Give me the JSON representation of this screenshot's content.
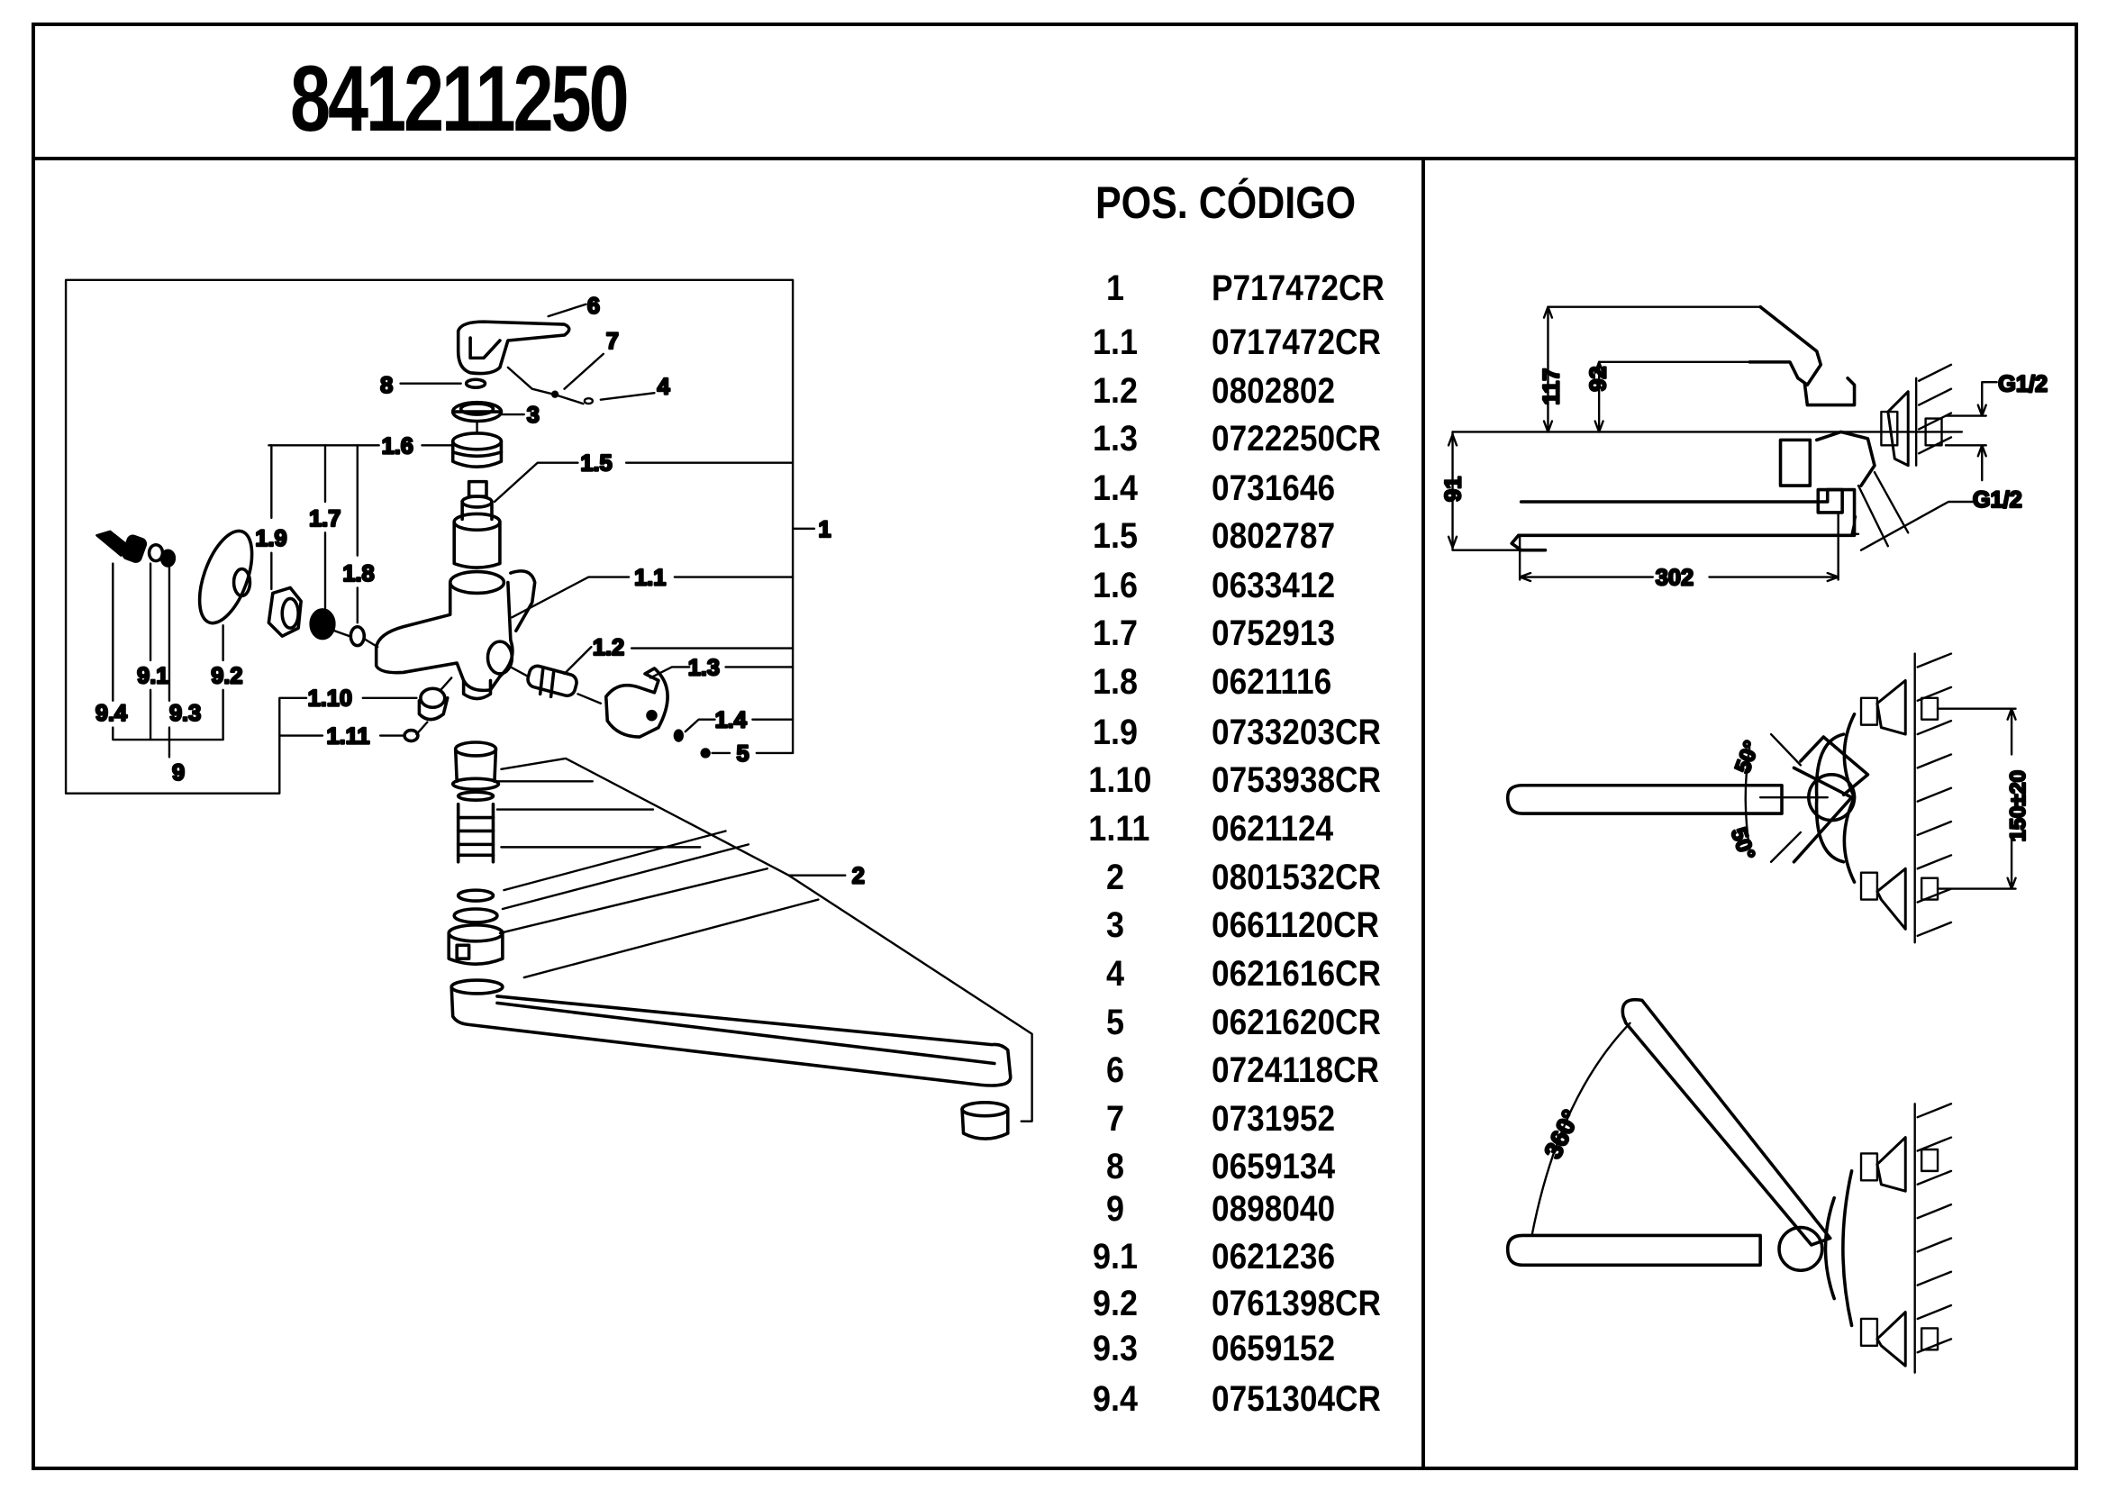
{
  "document": {
    "title": "841211250"
  },
  "parts_list": {
    "header": "POS. CÓDIGO",
    "rows": [
      {
        "pos": "1",
        "code": "P717472CR"
      },
      {
        "pos": "1.1",
        "code": "0717472CR"
      },
      {
        "pos": "1.2",
        "code": "0802802"
      },
      {
        "pos": "1.3",
        "code": "0722250CR"
      },
      {
        "pos": "1.4",
        "code": "0731646"
      },
      {
        "pos": "1.5",
        "code": "0802787"
      },
      {
        "pos": "1.6",
        "code": "0633412"
      },
      {
        "pos": "1.7",
        "code": "0752913"
      },
      {
        "pos": "1.8",
        "code": "0621116"
      },
      {
        "pos": "1.9",
        "code": "0733203CR"
      },
      {
        "pos": "1.10",
        "code": "0753938CR"
      },
      {
        "pos": "1.11",
        "code": "0621124"
      },
      {
        "pos": "2",
        "code": "0801532CR"
      },
      {
        "pos": "3",
        "code": "0661120CR"
      },
      {
        "pos": "4",
        "code": "0621616CR"
      },
      {
        "pos": "5",
        "code": "0621620CR"
      },
      {
        "pos": "6",
        "code": "0724118CR"
      },
      {
        "pos": "7",
        "code": "0731952"
      },
      {
        "pos": "8",
        "code": "0659134"
      },
      {
        "pos": "9",
        "code": "0898040"
      },
      {
        "pos": "9.1",
        "code": "0621236"
      },
      {
        "pos": "9.2",
        "code": "0761398CR"
      },
      {
        "pos": "9.3",
        "code": "0659152"
      },
      {
        "pos": "9.4",
        "code": "0751304CR"
      }
    ]
  },
  "exploded_view": {
    "callouts": {
      "c6": "6",
      "c7": "7",
      "c8": "8",
      "c4": "4",
      "c3": "3",
      "c1_6": "1.6",
      "c1_5": "1.5",
      "c1": "1",
      "c1_9": "1.9",
      "c1_7": "1.7",
      "c1_8": "1.8",
      "c1_1": "1.1",
      "c1_2": "1.2",
      "c1_3": "1.3",
      "c1_4": "1.4",
      "c5": "5",
      "c1_10": "1.10",
      "c1_11": "1.11",
      "c9_1": "9.1",
      "c9_2": "9.2",
      "c9_3": "9.3",
      "c9_4": "9.4",
      "c9": "9",
      "c2": "2"
    }
  },
  "dimensions": {
    "side_view": {
      "d117": "117",
      "d92": "92",
      "d91": "91",
      "d302": "302",
      "thread_top": "G1/2",
      "thread_bottom": "G1/2"
    },
    "top_view": {
      "angle_up": "50°",
      "angle_down": "50°",
      "spacing": "150±20"
    },
    "rotation_view": {
      "rotation": "360°"
    }
  }
}
